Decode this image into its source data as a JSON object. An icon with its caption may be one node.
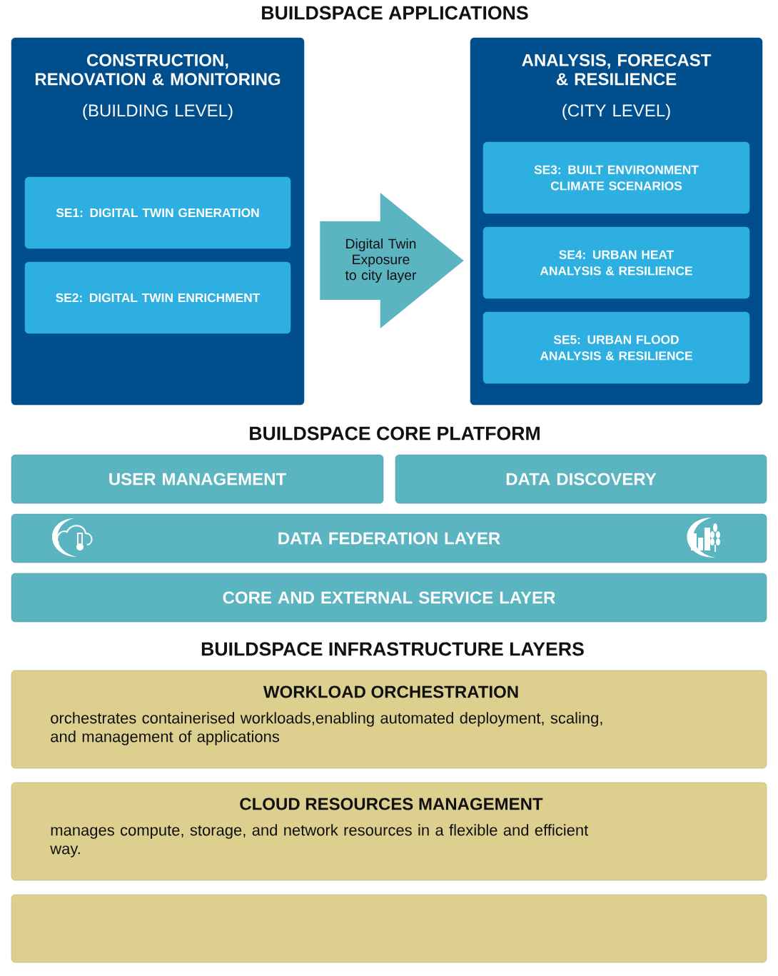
{
  "diagram": {
    "title": "BUILDSPACE APPLICATIONS",
    "nodes": [
      {
        "text": [
          "CONSTRUCTION, RENOVATION & MONITORING",
          "(BUILDING LEVEL)"
        ]
      },
      {
        "text": [
          "SE1: DIGITAL TWIN GENERATION"
        ],
        "in": 0
      },
      {
        "text": [
          "SE2: DIGITAL TWIN ENRICHMENT"
        ],
        "in": 0
      },
      {
        "text": [
          "ANALYSIS, FORECAST & RESILIENCE",
          "(CITY LEVEL)"
        ]
      },
      {
        "text": [
          "SE3: BUILT ENVIRONMENT CLIMATE SCENARIOS"
        ],
        "in": 3
      },
      {
        "text": [
          "SE4: URBAN HEAT ANALYSIS & RESILIENCE"
        ],
        "in": 3
      },
      {
        "text": [
          "SE5: URBAN FLOOD ANALYSIS & RESILIENCE"
        ],
        "in": 3
      },
      {
        "text": [
          "USER MANAGEMENT"
        ]
      },
      {
        "text": [
          "DATA DISCOVERY"
        ]
      },
      {
        "text": [
          "DATA FEDERATION LAYER"
        ]
      },
      {
        "text": [
          "CORE AND EXTERNAL SERVICE LAYER"
        ]
      },
      {
        "text": [
          "WORKLOAD ORCHESTRATION",
          "orchestrates containerised workloads,enabling automated deployment, scaling, and management of applications"
        ]
      },
      {
        "text": [
          "CLOUD RESOURCES MANAGEMENT",
          "manages compute, storage, and network resources in a flexible and efficient way."
        ]
      },
      {
        "text": [],
        "shape": "box"
      }
    ],
    "edges": [
      {
        "from": 0,
        "to": 3,
        "arrow": "to",
        "label": "Digital Twin Exposure to city layer"
      }
    ],
    "labels": [
      "BUILDSPACE CORE PLATFORM",
      "BUILDSPACE INFRASTRUCTURE LAYERS"
    ]
  }
}
